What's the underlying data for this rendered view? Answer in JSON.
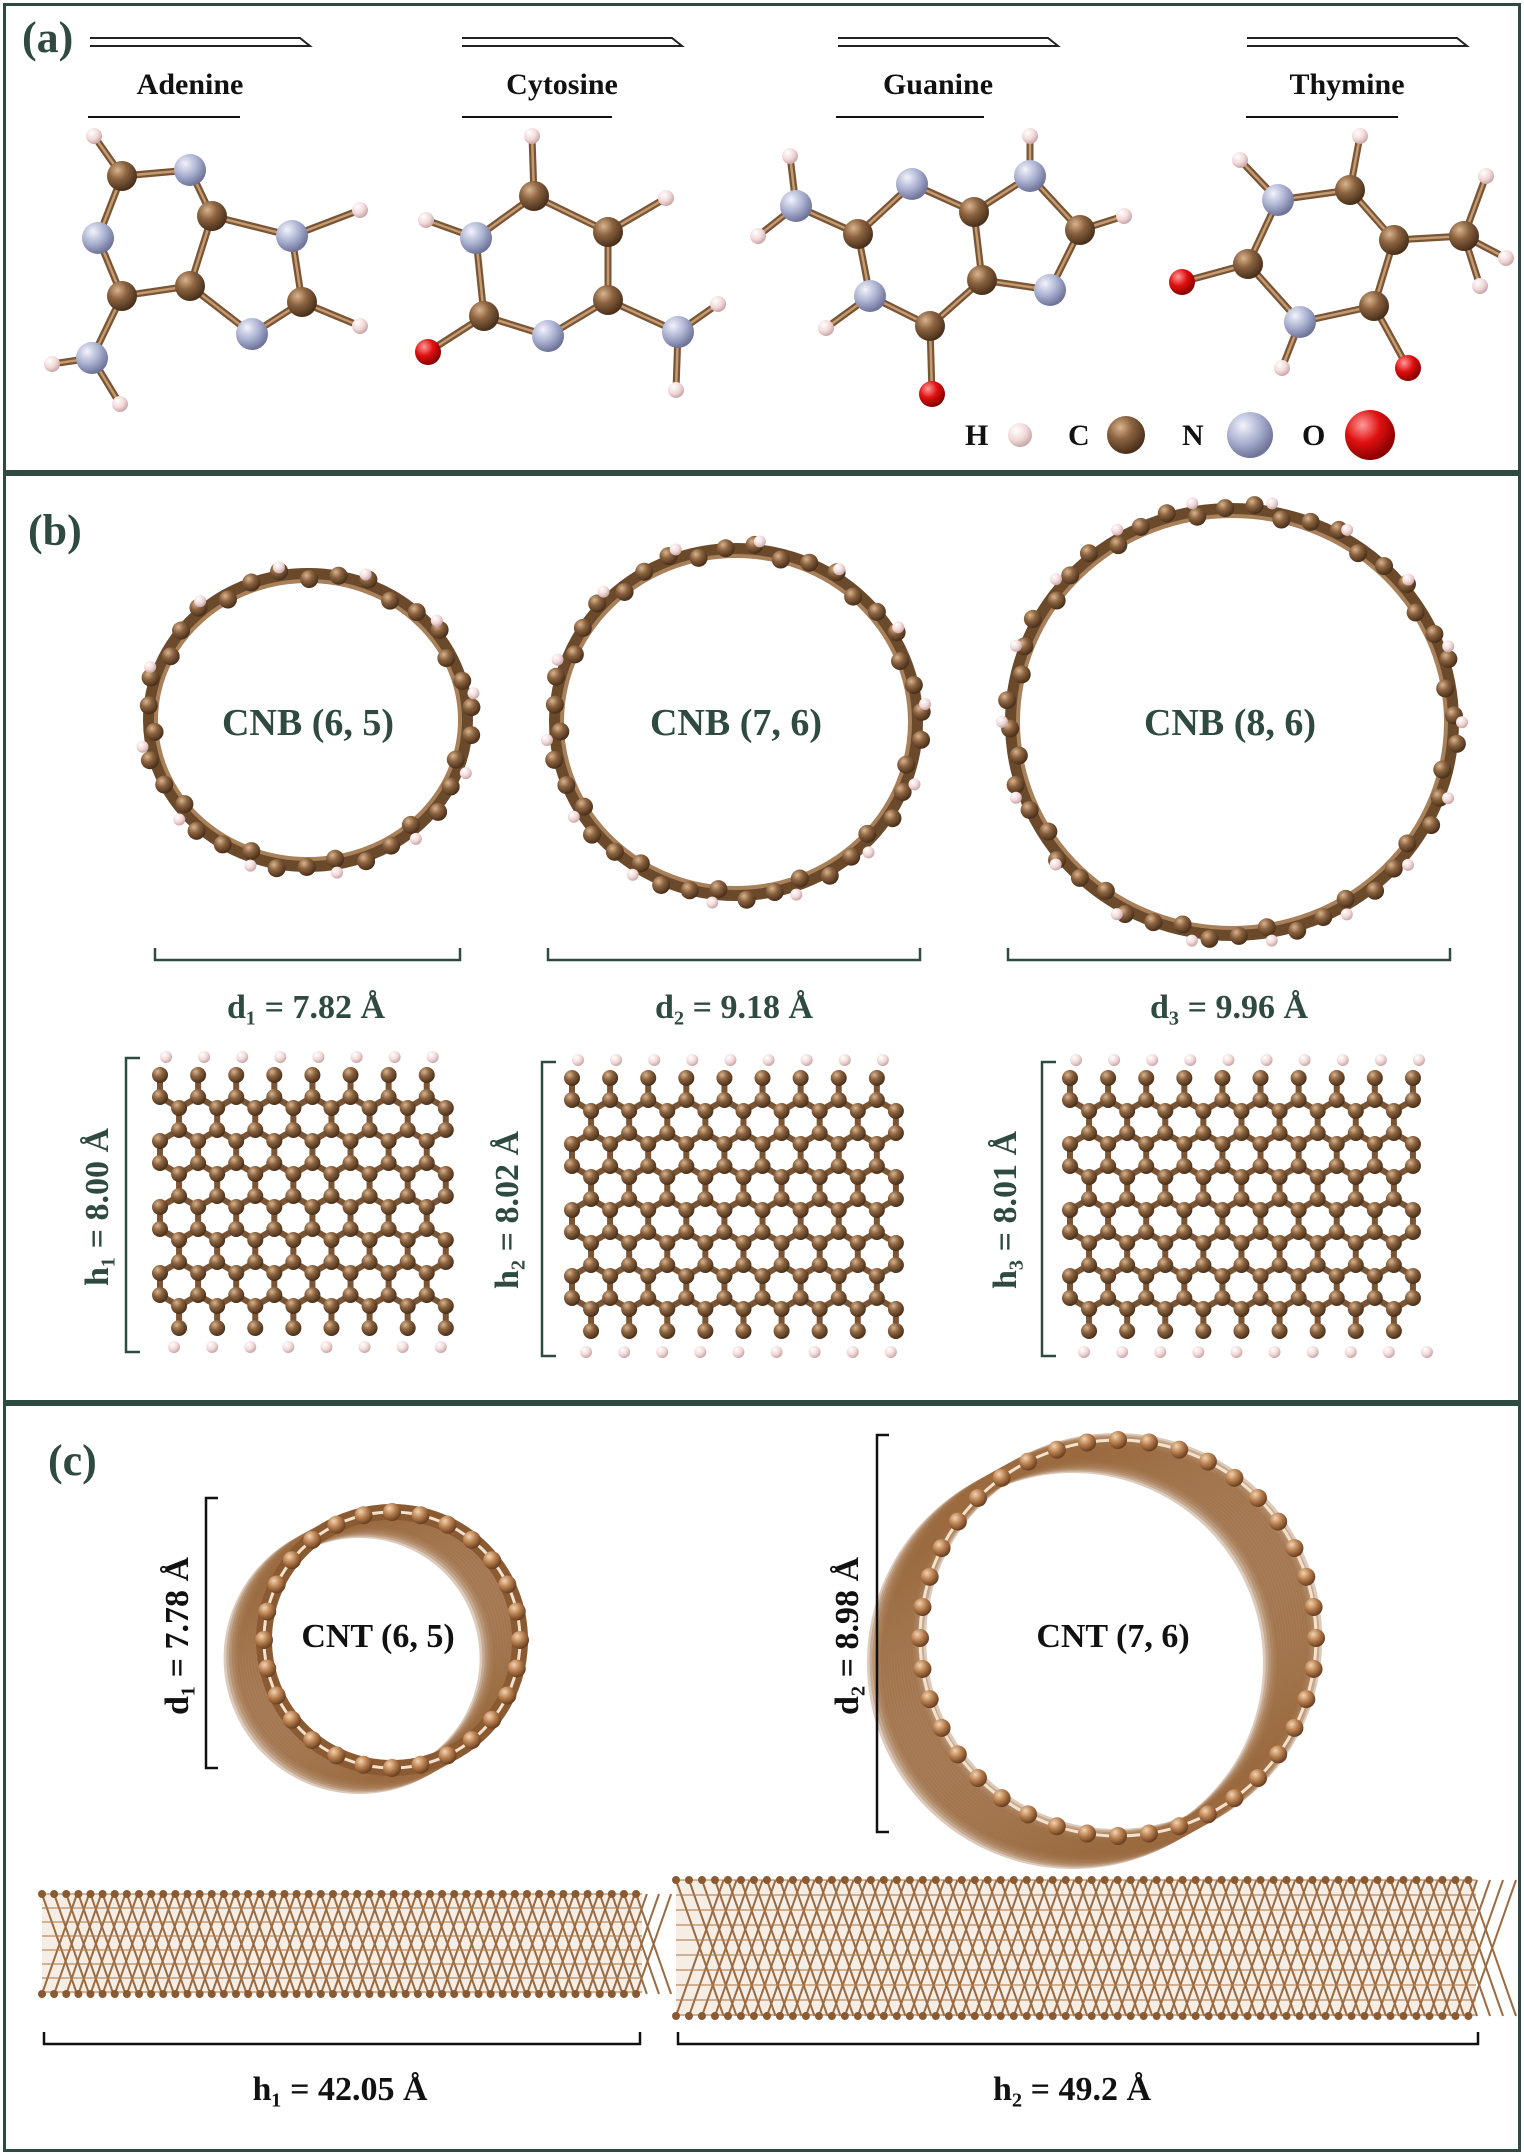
{
  "panels": {
    "a": {
      "label": "(a)",
      "molecules": [
        {
          "name": "Adenine"
        },
        {
          "name": "Cytosine"
        },
        {
          "name": "Guanine"
        },
        {
          "name": "Thymine"
        }
      ],
      "legend": [
        {
          "symbol": "H",
          "color": "#f2d8d8"
        },
        {
          "symbol": "C",
          "color": "#8b6340"
        },
        {
          "symbol": "N",
          "color": "#aab0d0"
        },
        {
          "symbol": "O",
          "color": "#e01010"
        }
      ]
    },
    "b": {
      "label": "(b)",
      "nanobelts": [
        {
          "name": "CNB (6, 5)",
          "diameter": "d₁  = 7.82 Å",
          "height": "h₁  = 8.00 Å"
        },
        {
          "name": "CNB (7, 6)",
          "diameter": "d₂  = 9.18 Å",
          "height": "h₂  = 8.02 Å"
        },
        {
          "name": "CNB (8, 6)",
          "diameter": "d₃  = 9.96 Å",
          "height": "h₃  = 8.01 Å"
        }
      ]
    },
    "c": {
      "label": "(c)",
      "nanotubes": [
        {
          "name": "CNT (6, 5)",
          "diameter": "d₁  = 7.78 Å",
          "length": "h₁  = 42.05 Å"
        },
        {
          "name": "CNT (7, 6)",
          "diameter": "d₂  = 8.98 Å",
          "length": "h₂  = 49.2 Å"
        }
      ]
    }
  },
  "colors": {
    "label_green": "#2f4a41",
    "carbon": "#8b6340",
    "carbon_dark": "#5a3c22",
    "hydrogen": "#f2d8d8",
    "nitrogen": "#aab0d0",
    "oxygen": "#e01010",
    "cnt_copper": "#a9703f"
  }
}
